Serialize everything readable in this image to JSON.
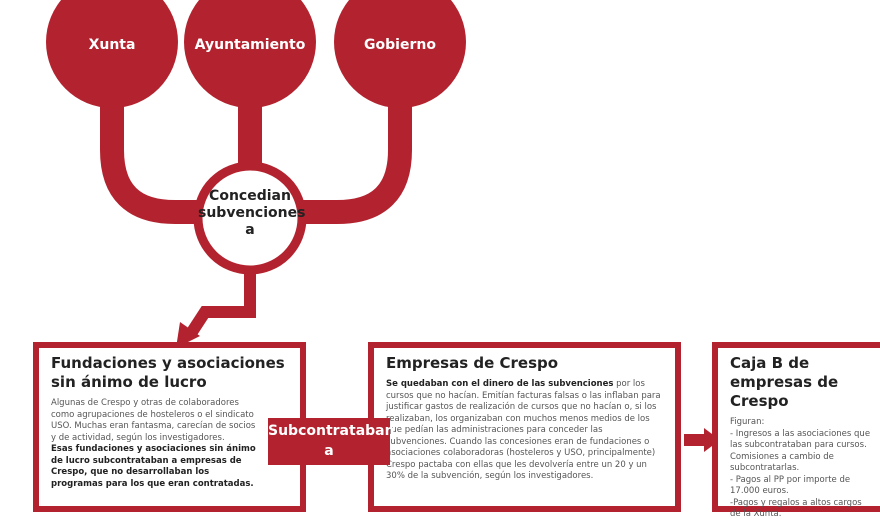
{
  "colors": {
    "accent": "#b3232f"
  },
  "sources": [
    "Xunta",
    "Ayuntamiento",
    "Gobierno"
  ],
  "center_label": "Concedian subvenciones a",
  "connector_label": "Subcontrataban a",
  "boxes": [
    {
      "title": "Fundaciones y asociaciones sin ánimo de lucro",
      "text": "Algunas de Crespo y otras de colaboradores como agrupaciones de hosteleros o el sindicato USO. Muchas eran fantasma, carecían de socios y de actividad, según los investigadores.",
      "bold": "Esas fundaciones y asociaciones sin ánimo de lucro subcontrataban a empresas de Crespo, que no desarrollaban los programas para los que eran contratadas."
    },
    {
      "title": "Empresas de Crespo",
      "bold": "Se quedaban con el dinero de las subvenciones",
      "text": "por los cursos que no hacían. Emitían facturas falsas o las inflaban para justificar gastos de realización de cursos que no hacían o, si los realizaban, los organizaban con muchos menos medios de los que pedían las administraciones para conceder las subvenciones. Cuando las concesiones eran de fundaciones o asociaciones colaboradoras (hosteleros y USO, principalmente) Crespo pactaba con ellas que les devolvería entre un 20 y un 30% de la subvención, según los investigadores."
    },
    {
      "title": "Caja B de empresas de Crespo",
      "items": [
        "Figuran:",
        "- Ingresos a las asociaciones que las subcontrataban para cursos. Comisiones a cambio de subcontratarlas.",
        "- Pagos al PP por importe de 17.000 euros.",
        "-Pagos y regalos a altos cargos de la Xunta."
      ]
    }
  ]
}
